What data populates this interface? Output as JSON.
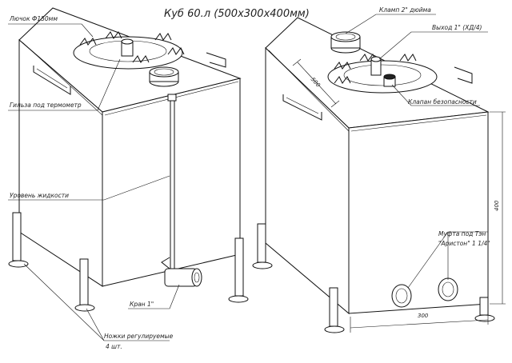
{
  "title": "Куб 60.л (500х300х400мм)",
  "labels": {
    "lid": "Лючок Ф150мм",
    "sleeve": "Гильза под термометр",
    "level": "Уровень жидкости",
    "valve": "Кран 1\"",
    "legs_line1": "Ножки регулируемые",
    "legs_line2": "4 шт.",
    "clamp": "Кламп 2\" дюйма",
    "outlet": "Выход 1\" (ХД/4)",
    "safety_valve": "Клапан безопасности",
    "coupling_line1": "Муфта под Тэн",
    "coupling_line2": "\"Аристон\" 1 1/4\""
  },
  "dimensions": {
    "depth": "500",
    "height": "400",
    "width": "300"
  }
}
